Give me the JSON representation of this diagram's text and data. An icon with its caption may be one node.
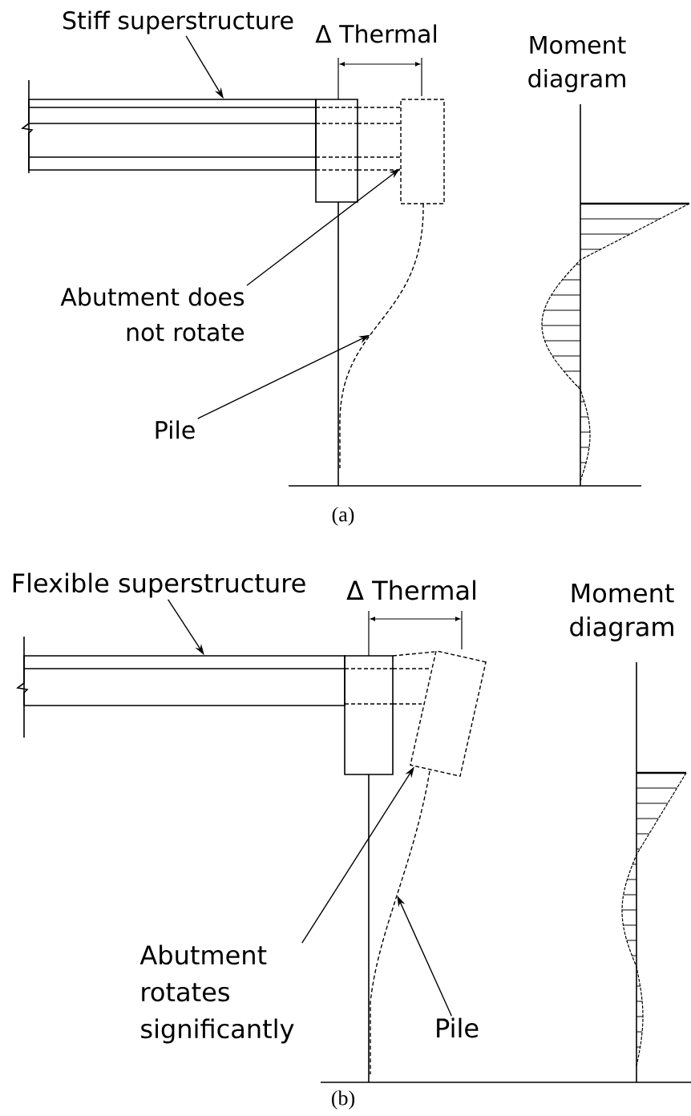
{
  "diagram": {
    "nodes": [
      {
        "text": [
          "Stiff superstructure"
        ]
      },
      {
        "text": [],
        "shape": "bar"
      },
      {
        "text": [],
        "shape": "box"
      },
      {
        "text": [
          "Abutment does not rotate"
        ]
      },
      {
        "text": [],
        "shape": "box"
      },
      {
        "text": [
          "Pile"
        ]
      },
      {
        "text": [],
        "shape": "line"
      },
      {
        "text": [
          "Flexible superstructure"
        ]
      },
      {
        "text": [],
        "shape": "bar"
      },
      {
        "text": [],
        "shape": "box"
      },
      {
        "text": [
          "Abutment rotates significantly"
        ]
      },
      {
        "text": [],
        "shape": "box"
      },
      {
        "text": [
          "Pile"
        ]
      },
      {
        "text": [],
        "shape": "line"
      }
    ],
    "edges": [
      {
        "from": 0,
        "to": 1,
        "arrow": "to"
      },
      {
        "from": 3,
        "to": 4,
        "arrow": "to"
      },
      {
        "from": 5,
        "to": 6,
        "arrow": "to"
      },
      {
        "from": 7,
        "to": 8,
        "arrow": "to"
      },
      {
        "from": 10,
        "to": 11,
        "arrow": "to"
      },
      {
        "from": 12,
        "to": 13,
        "arrow": "to"
      }
    ],
    "labels": [
      "Δ Thermal",
      "Moment diagram",
      "(a)",
      "Δ Thermal",
      "Moment diagram",
      "(b)"
    ]
  }
}
